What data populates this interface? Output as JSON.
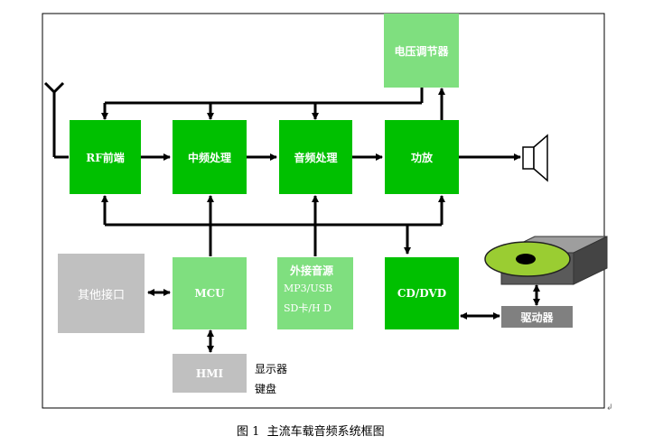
{
  "blocks": {
    "regulator": "电压调节器",
    "rf": "RF前端",
    "if": "中频处理",
    "audio": "音频处理",
    "amp": "功放",
    "other_if": "其他接口",
    "mcu": "MCU",
    "ext_audio": {
      "title": "外接音源",
      "line1": "MP3/USB",
      "line2": "SD卡/H D"
    },
    "cddvd": "CD/DVD",
    "driver": "驱动器",
    "hmi": "HMI"
  },
  "hmi_labels": {
    "display": "显示器",
    "keyboard": "键盘"
  },
  "caption": "图 1  主流车载音频系统框图",
  "colors": {
    "dark_green": "#00c000",
    "light_green": "#7fdf7f",
    "gray": "#c0c0c0",
    "dark_gray": "#808080",
    "disc_green": "#9acd32"
  },
  "icons": [
    "antenna-icon",
    "speaker-icon",
    "disc-drive-icon"
  ]
}
